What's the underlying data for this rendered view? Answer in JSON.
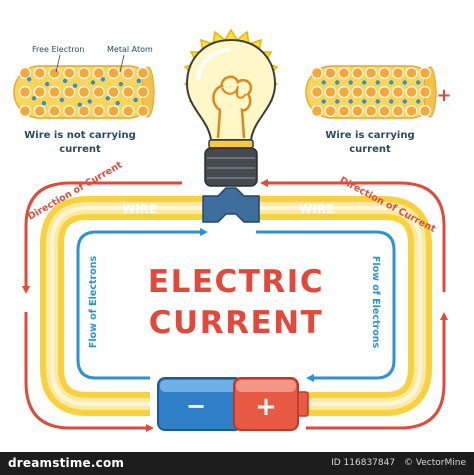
{
  "labels": {
    "free_electron": "Free Electron",
    "metal_atom": "Metal Atom",
    "wire_not_carrying_1": "Wire is not carrying",
    "wire_not_carrying_2": "current",
    "wire_carrying_1": "Wire is carrying",
    "wire_carrying_2": "current",
    "direction_left": "Direction of Current",
    "direction_right": "Direction of Current",
    "wire_left": "WIRE",
    "wire_right": "WIRE",
    "title_line1": "ELECTRIC",
    "title_line2": "CURRENT",
    "flow_left": "Flow of Electrons",
    "flow_right": "Flow of Electrons",
    "battery_minus": "−",
    "battery_plus": "+",
    "wire_plus": "+"
  },
  "footer": {
    "brand": "dreamstime.com",
    "id_text": "ID 116837847",
    "author": "© VectorMine"
  },
  "colors": {
    "wire_yellow": "#f8d23e",
    "wire_light": "#fde9a3",
    "wire_cream": "#fff6d6",
    "direction_red": "#df4b3a",
    "electron_blue": "#2b93d3",
    "title_red": "#e2493a",
    "text_dark": "#2b4a5e",
    "battery_blue": "#2f7fc8",
    "battery_red": "#e95a44",
    "bulb_glow": "#ffe23a",
    "atom_orange": "#f6a73a"
  }
}
